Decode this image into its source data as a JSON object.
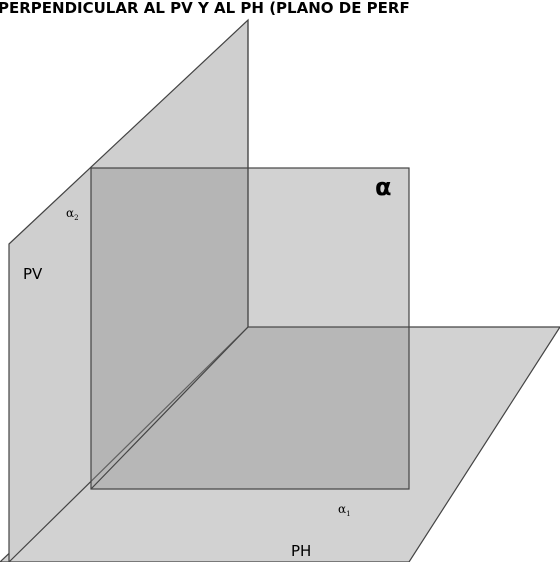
{
  "title": "PERPENDICULAR AL PV Y AL PH (PLANO DE PERF",
  "labels": {
    "pv": "PV",
    "ph": "PH",
    "plane": "α",
    "trace_vertical": "α",
    "trace_vertical_sub": "2",
    "trace_horizontal": "α",
    "trace_horizontal_sub": "1"
  },
  "colors": {
    "plane_fill": "#d2d2d2",
    "overlap_fill": "#a6a6a6",
    "edge": "#444444"
  }
}
